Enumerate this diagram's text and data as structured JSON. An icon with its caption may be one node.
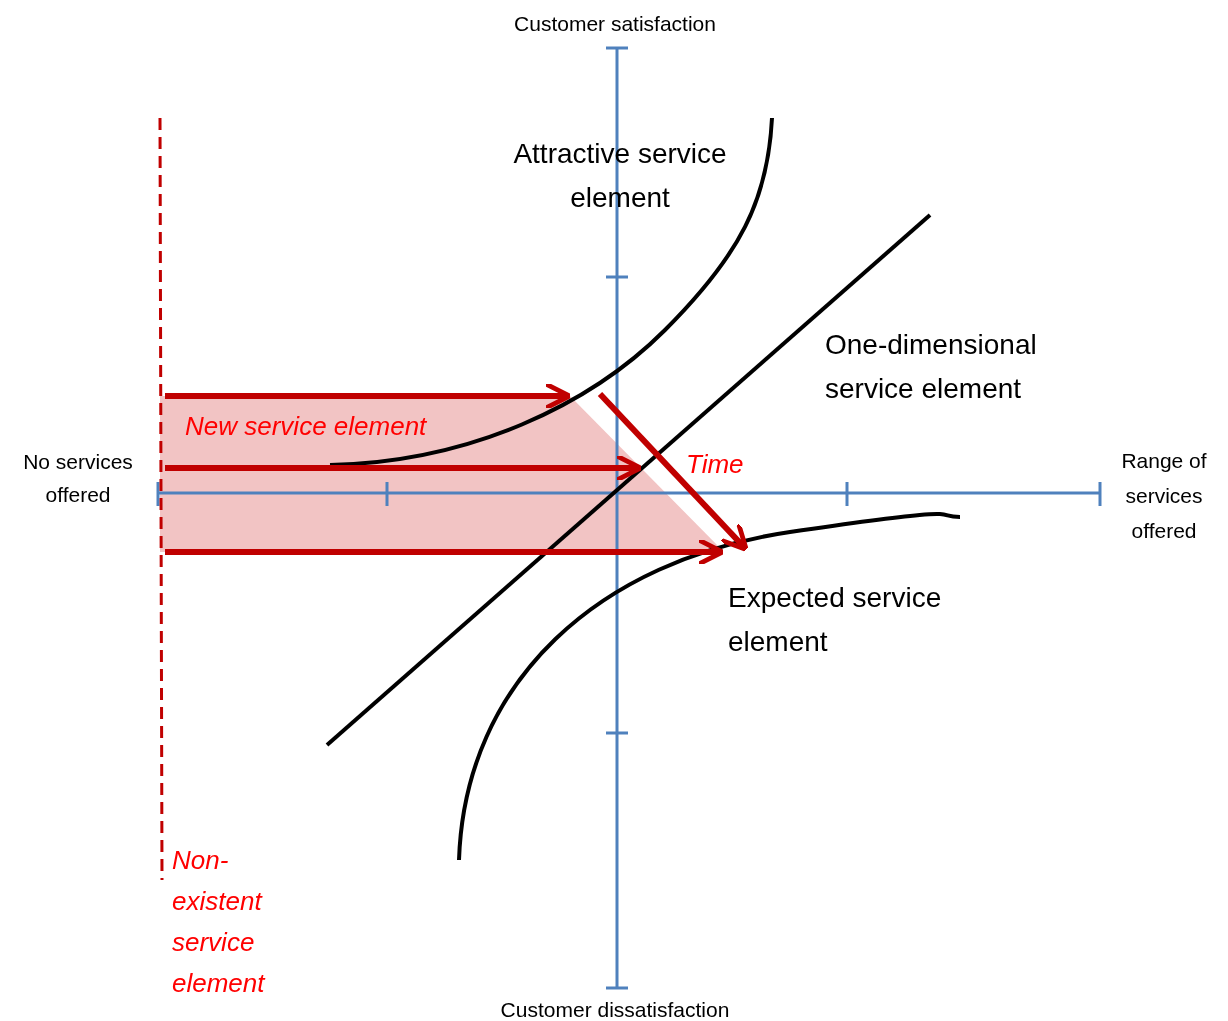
{
  "diagram": {
    "labels": [
      "Customer satisfaction",
      "Attractive service element",
      "One-dimensional service element",
      "New service element",
      "No services offered",
      "Time",
      "Range of services offered",
      "Expected service element",
      "Non-existent service element",
      "Customer dissatisfaction"
    ]
  }
}
